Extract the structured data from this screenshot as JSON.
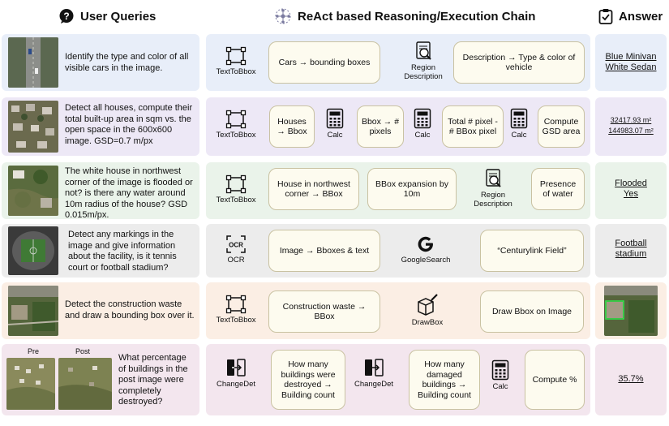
{
  "header": {
    "queries": "User Queries",
    "chain": "ReAct based Reasoning/Execution Chain",
    "answer": "Answer"
  },
  "rows": [
    {
      "query": "Identify the type and color of all visible cars in the image.",
      "tools": [
        "TextToBbox",
        "Region Description"
      ],
      "steps": [
        "Cars → bounding boxes",
        "Description → Type & color of vehicle"
      ],
      "answer": [
        "Blue Minivan",
        "White Sedan"
      ]
    },
    {
      "query": "Detect all houses, compute their total built-up area in sqm vs. the open space in the 600x600 image. GSD=0.7 m/px",
      "tools": [
        "TextToBbox",
        "Calc",
        "Calc",
        "Calc"
      ],
      "steps": [
        "Houses → Bbox",
        "Bbox → # pixels",
        "Total # pixel - # BBox pixel",
        "Compute GSD area"
      ],
      "answer": [
        "32417.93 m²",
        "144983.07 m²"
      ]
    },
    {
      "query": "The white house in northwest corner of the image is flooded or not? is there any water around 10m radius of the house? GSD 0.015m/px.",
      "tools": [
        "TextToBbox",
        "Region Description"
      ],
      "steps": [
        "House in northwest corner → BBox",
        "BBox expansion by 10m",
        "Presence of water"
      ],
      "answer": [
        "Flooded",
        "Yes"
      ]
    },
    {
      "query": "Detect any markings in the image and give information about the facility, is it tennis court or football stadium?",
      "tools": [
        "OCR",
        "GoogleSearch"
      ],
      "steps": [
        "Image → Bboxes & text",
        "“Centurylink Field”"
      ],
      "answer": [
        "Football",
        "stadium"
      ]
    },
    {
      "query": "Detect the construction waste and draw a bounding box over it.",
      "tools": [
        "TextToBbox",
        "DrawBox"
      ],
      "steps": [
        "Construction waste → BBox",
        "Draw Bbox on Image"
      ],
      "answer": []
    },
    {
      "query": "What percentage of buildings in the post image were completely destroyed?",
      "labels": [
        "Pre",
        "Post"
      ],
      "tools": [
        "ChangeDet",
        "ChangeDet",
        "Calc"
      ],
      "steps": [
        "How many buildings were destroyed → Building count",
        "How many damaged buildings → Building count",
        "Compute %"
      ],
      "answer": [
        "35.7%"
      ]
    }
  ],
  "colors": {
    "row_bg": [
      "#e8eef9",
      "#ede8f6",
      "#eaf3ea",
      "#ececec",
      "#fbeee4",
      "#f3e6ee"
    ],
    "step_bg": "#fdfbef",
    "step_border": "#c9c2a2"
  }
}
